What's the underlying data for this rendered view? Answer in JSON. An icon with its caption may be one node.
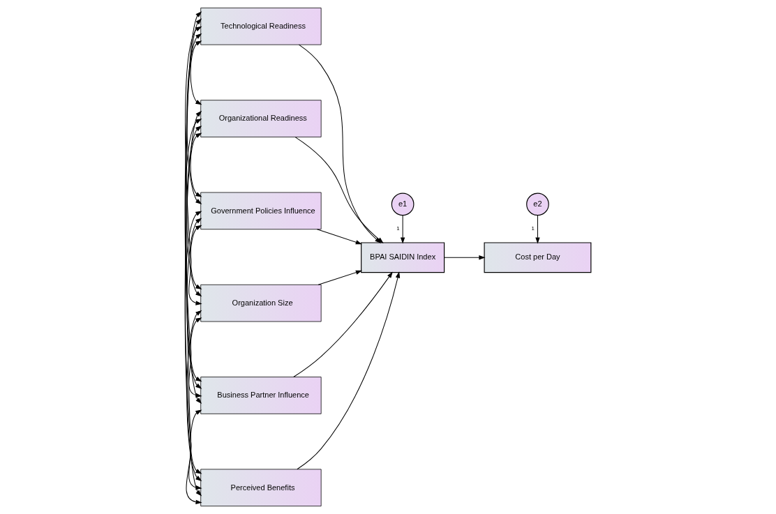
{
  "diagram": {
    "nodes": [
      {
        "text": [
          "Technological Readiness"
        ]
      },
      {
        "text": [
          "Organizational Readiness"
        ]
      },
      {
        "text": [
          "Government Policies Influence"
        ]
      },
      {
        "text": [
          "Organization Size"
        ]
      },
      {
        "text": [
          "Business Partner Influence"
        ]
      },
      {
        "text": [
          "Perceived Benefits"
        ]
      },
      {
        "text": [
          "BPAI SAIDIN Index"
        ]
      },
      {
        "text": [
          "e1"
        ]
      },
      {
        "text": [
          "Cost per Day"
        ]
      },
      {
        "text": [
          "e2"
        ]
      }
    ],
    "edges": [
      {
        "from": 0,
        "to": 6,
        "arrow": "to"
      },
      {
        "from": 1,
        "to": 6,
        "arrow": "to"
      },
      {
        "from": 2,
        "to": 6,
        "arrow": "to"
      },
      {
        "from": 3,
        "to": 6,
        "arrow": "to"
      },
      {
        "from": 4,
        "to": 6,
        "arrow": "to"
      },
      {
        "from": 5,
        "to": 6,
        "arrow": "to"
      },
      {
        "from": 6,
        "to": 8,
        "arrow": "to"
      },
      {
        "from": 7,
        "to": 6,
        "arrow": "to",
        "label": "1"
      },
      {
        "from": 9,
        "to": 8,
        "arrow": "to",
        "label": "1"
      },
      {
        "from": 0,
        "to": 1,
        "arrow": "both"
      },
      {
        "from": 0,
        "to": 2,
        "arrow": "both"
      },
      {
        "from": 0,
        "to": 3,
        "arrow": "both"
      },
      {
        "from": 0,
        "to": 4,
        "arrow": "both"
      },
      {
        "from": 0,
        "to": 5,
        "arrow": "both"
      },
      {
        "from": 1,
        "to": 2,
        "arrow": "both"
      },
      {
        "from": 1,
        "to": 3,
        "arrow": "both"
      },
      {
        "from": 1,
        "to": 4,
        "arrow": "both"
      },
      {
        "from": 1,
        "to": 5,
        "arrow": "both"
      },
      {
        "from": 2,
        "to": 3,
        "arrow": "both"
      },
      {
        "from": 2,
        "to": 4,
        "arrow": "both"
      },
      {
        "from": 2,
        "to": 5,
        "arrow": "both"
      },
      {
        "from": 3,
        "to": 4,
        "arrow": "both"
      },
      {
        "from": 3,
        "to": 5,
        "arrow": "both"
      },
      {
        "from": 4,
        "to": 5,
        "arrow": "both"
      }
    ]
  }
}
